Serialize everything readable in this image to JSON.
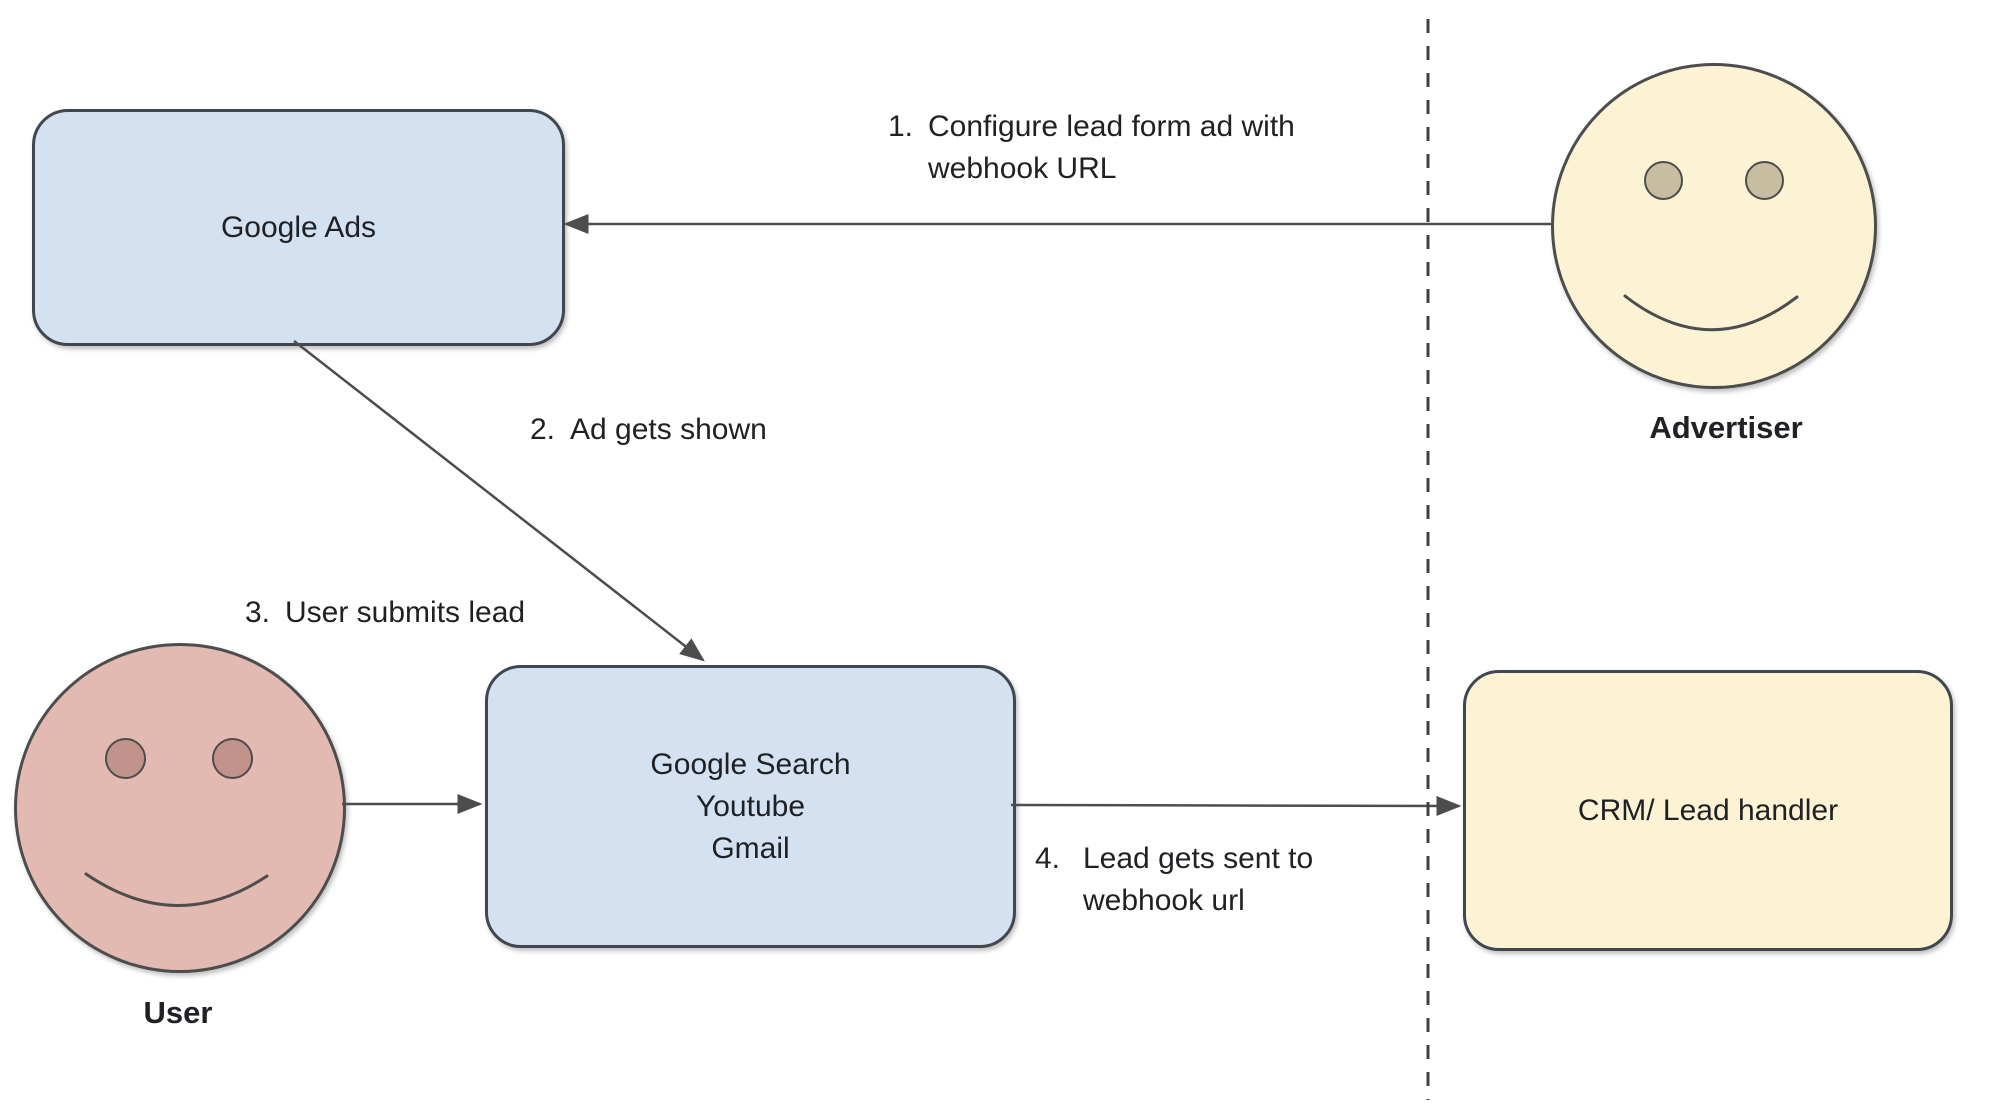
{
  "diagram": {
    "nodes": {
      "google_ads": {
        "label": "Google Ads"
      },
      "google_surfaces": {
        "lines": [
          "Google Search",
          "Youtube",
          "Gmail"
        ]
      },
      "crm": {
        "label": "CRM/ Lead handler"
      }
    },
    "actors": {
      "advertiser": {
        "label": "Advertiser"
      },
      "user": {
        "label": "User"
      }
    },
    "steps": [
      {
        "num": "1.",
        "text": "Configure lead form ad with webhook URL"
      },
      {
        "num": "2.",
        "text": "Ad gets shown"
      },
      {
        "num": "3.",
        "text": "User submits lead"
      },
      {
        "num": "4.",
        "text": "Lead gets sent to webhook url"
      }
    ],
    "icons": [
      "advertiser-smiley-face-icon",
      "user-smiley-face-icon"
    ],
    "colors": {
      "node_blue_fill": "#d3e1f1",
      "node_yellow_fill": "#fbf3d3",
      "advertiser_face_fill": "#fbf3d3",
      "user_face_fill": "#e3bab1",
      "advertiser_eye_fill": "#c7bea1",
      "user_eye_fill": "#c2938b",
      "stroke": "#4d4d4d",
      "text": "#202124"
    }
  }
}
